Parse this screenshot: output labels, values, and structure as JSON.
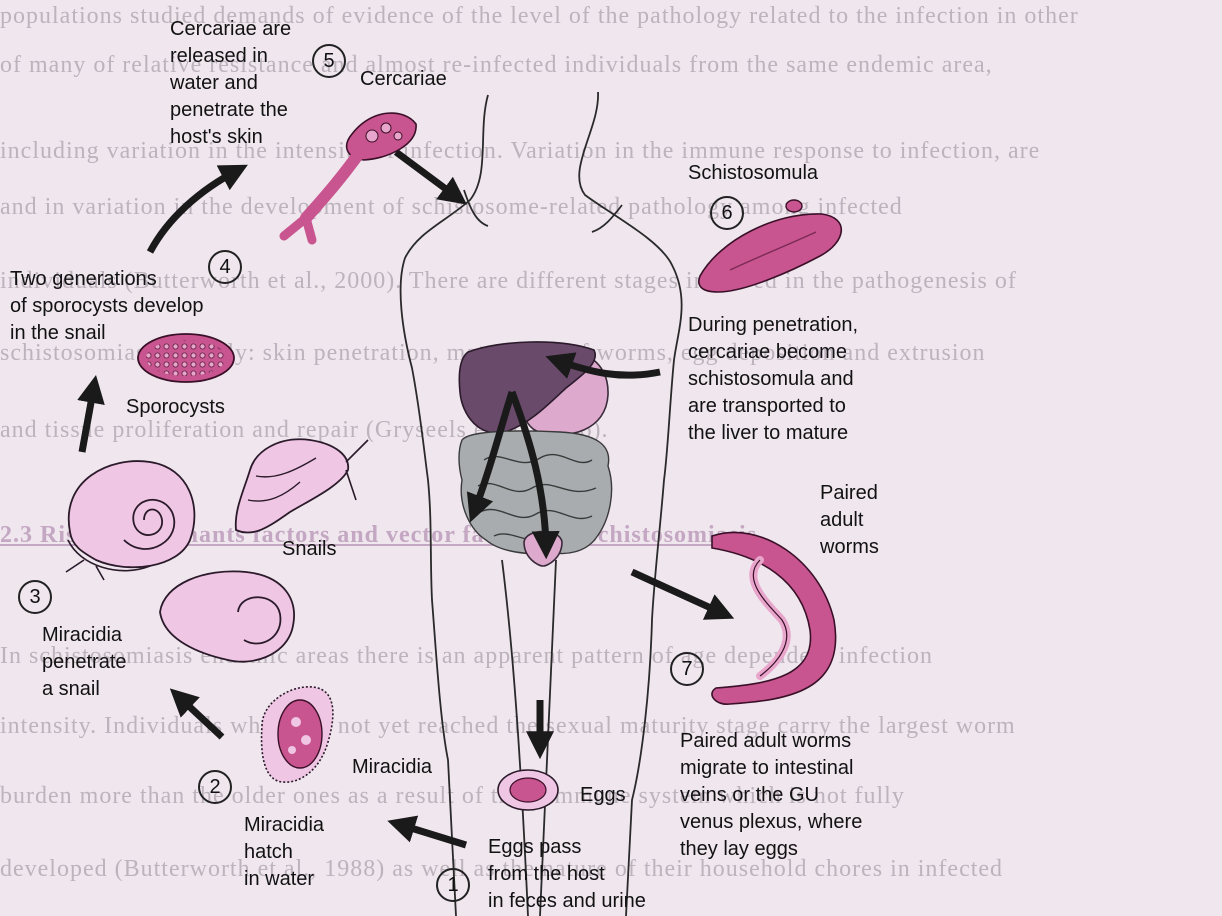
{
  "background_text": {
    "lines": [
      "populations studied demands of evidence of the level of the pathology related to the infection in other",
      "of many of relative resistance and almost re-infected individuals from the same endemic area,",
      "including variation in the intensity of infection. Variation in the immune response to infection, are",
      "and in variation in the development of schistosome-related pathology among infected",
      "individuals (Butterworth et al., 2000). There are different stages involved in the pathogenesis of",
      "schistosomiasis namely: skin penetration, maturation of worms, egg deposition and extrusion",
      "and tissue proliferation and repair (Gryseels et al., 2006).",
      "2.3 Risk determinants factors and vector factors for schistosomiasis",
      "In schistosomiasis endemic areas there is an apparent pattern of age dependent infection",
      "intensity. Individuals who have not yet reached the sexual maturity stage carry the largest worm",
      "burden more than the older ones as a result of their immune system which is not fully",
      "developed (Butterworth et al., 1988) as well as the nature of their household chores in infected"
    ]
  },
  "labels": {
    "step1": "Eggs pass\nfrom the host\nin feces and urine",
    "step2": "Miracidia\nhatch\nin water",
    "step3": "Miracidia\npenetrate\na snail",
    "step4": "Two generations\nof sporocysts develop\nin the snail",
    "step5": "Cercariae are\nreleased in\nwater and\npenetrate the\nhost's skin",
    "step6": "During penetration,\ncercariae become\nschistosomula and\nare transported to\nthe liver to mature",
    "step7": "Paired adult worms\nmigrate to intestinal\nveins or the GU\nvenus plexus, where\nthey lay eggs",
    "eggs": "Eggs",
    "miracidia": "Miracidia",
    "snails": "Snails",
    "sporocysts": "Sporocysts",
    "cercariae": "Cercariae",
    "schistosomula": "Schistosomula",
    "paired_adult_worms": "Paired\nadult\nworms"
  },
  "step_numbers": [
    "1",
    "2",
    "3",
    "4",
    "5",
    "6",
    "7"
  ],
  "colors": {
    "background": "#efe6ee",
    "organism_fill": "#c8558f",
    "snail_fill": "#efc6e3",
    "liver_fill": "#6a4a6a",
    "intestine_fill": "#a8acae",
    "arrow": "#1a1a1a"
  }
}
